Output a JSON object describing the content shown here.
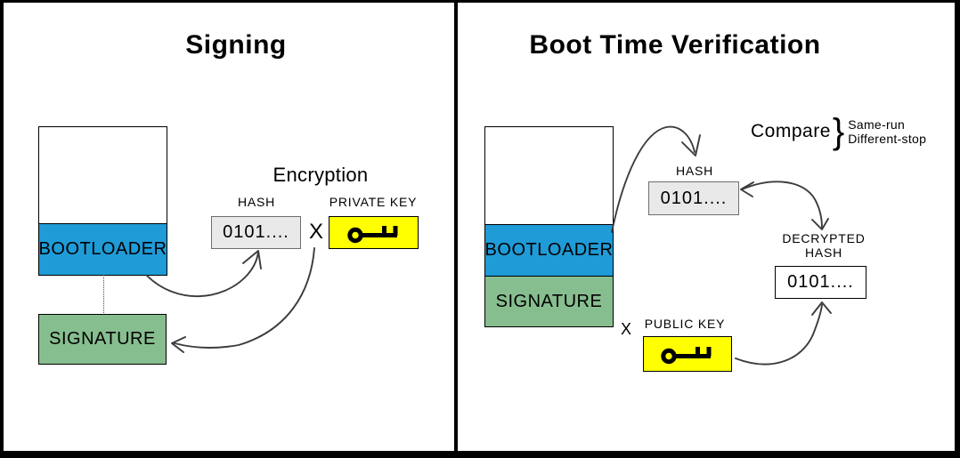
{
  "panels": {
    "left": {
      "title": "Signing",
      "stack": {
        "bootloader": "BOOTLOADER",
        "signature": "SIGNATURE"
      },
      "encryption_label": "Encryption",
      "hash": {
        "label": "HASH",
        "value": "0101...."
      },
      "operator": "X",
      "key": {
        "label": "PRIVATE KEY"
      }
    },
    "right": {
      "title": "Boot Time Verification",
      "stack": {
        "bootloader": "BOOTLOADER",
        "signature": "SIGNATURE"
      },
      "hash": {
        "label": "HASH",
        "value": "0101...."
      },
      "operator": "X",
      "key": {
        "label": "PUBLIC KEY"
      },
      "decrypted_hash": {
        "label_line1": "DECRYPTED",
        "label_line2": "HASH",
        "value": "0101...."
      },
      "compare": {
        "label": "Compare",
        "brace": "}",
        "outcome_same": "Same-run",
        "outcome_different": "Different-stop"
      }
    }
  },
  "colors": {
    "bootloader_blue": "#1f9bd7",
    "signature_green": "#87be8f",
    "key_yellow": "#ffff00",
    "hash_gray": "#e9e9e9",
    "arrow": "#3c3c3c"
  }
}
